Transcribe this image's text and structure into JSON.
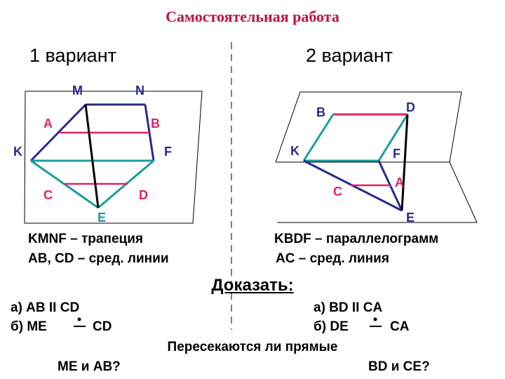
{
  "title": "Самостоятельная работа",
  "variant1": {
    "heading": "1 вариант",
    "points": {
      "M": "M",
      "N": "N",
      "A": "A",
      "B": "B",
      "K": "K",
      "F": "F",
      "C": "C",
      "D": "D",
      "E": "E"
    },
    "statements": [
      "KMNF – трапеция",
      "AB, CD – сред. линии"
    ],
    "tasks": [
      "а)  AB II CD",
      "б)  ME",
      "CD"
    ],
    "question_lines": "ME и AB?"
  },
  "variant2": {
    "heading": "2 вариант",
    "points": {
      "B": "B",
      "D": "D",
      "K": "K",
      "F": "F",
      "C": "C",
      "A": "A",
      "E": "E"
    },
    "statements": [
      "KBDF – параллелограмм",
      "AC – сред. линия"
    ],
    "tasks": [
      "а)  BD II CA",
      "б)  DE",
      "CA"
    ],
    "question_lines": "BD и CE?"
  },
  "prove": "Доказать:",
  "question": "Пересекаются ли прямые",
  "colors": {
    "title": "#c0143c",
    "navy": "#2a2a8c",
    "teal": "#1a9c9c",
    "magenta": "#e0206a",
    "black": "#000000"
  }
}
